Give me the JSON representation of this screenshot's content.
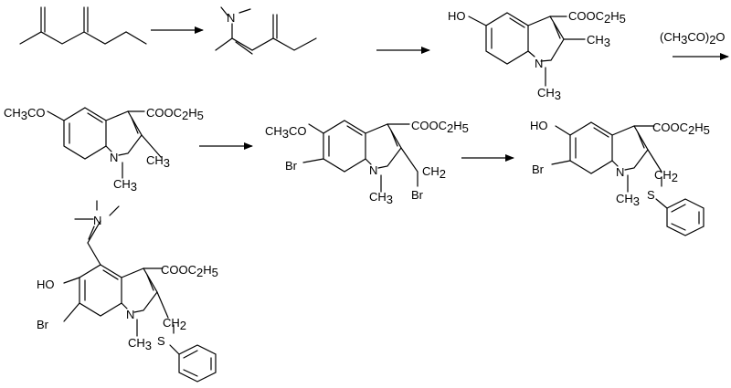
{
  "scheme": {
    "reagent_arrow3": "(CH3CO)2O",
    "mol2": {
      "n_label": "N"
    },
    "mol3": {
      "ho": "HO",
      "ester": "COOC2H5",
      "n": "N",
      "n_me": "CH3",
      "c2_me": "CH3"
    },
    "mol4": {
      "subst": "CH3CO",
      "ester": "COOC2H5",
      "n": "N",
      "n_me": "CH3",
      "c2_me": "CH3"
    },
    "mol5": {
      "subst": "CH3CO",
      "br_ring": "Br",
      "ester": "COOC2H5",
      "n": "N",
      "n_me": "CH3",
      "ch2": "CH2",
      "br_side": "Br"
    },
    "mol6": {
      "ho": "HO",
      "br_ring": "Br",
      "ester": "COOC2H5",
      "n": "N",
      "n_me": "CH3",
      "ch2": "CH2",
      "s": "S"
    },
    "mol7": {
      "ho": "HO",
      "br_ring": "Br",
      "ester": "COOC2H5",
      "n": "N",
      "n_me": "CH3",
      "ch2": "CH2",
      "s": "S",
      "nme2": "N"
    }
  }
}
